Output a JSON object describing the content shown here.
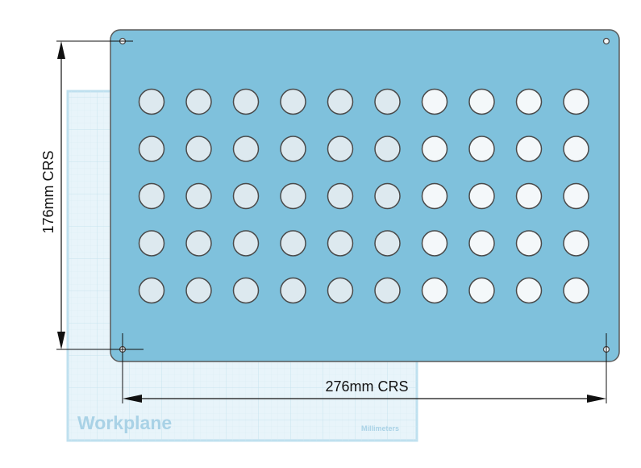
{
  "workplane": {
    "label": "Workplane",
    "units": "Millimeters",
    "colors": {
      "fill": "#e8f4fa",
      "grid": "#cfe6f1",
      "border": "#bfe0ef",
      "text": "#a9d2e6"
    }
  },
  "plate": {
    "colors": {
      "fill": "#7fc1dc",
      "edge": "#5a5a5a",
      "hole_fill_dark": "#dde9ef",
      "hole_fill_light": "#f4f8fa",
      "hole_stroke": "#4a4a4a"
    },
    "hole_grid": {
      "rows": 5,
      "cols": 10
    },
    "mount_holes": 4
  },
  "dimensions": {
    "vertical": {
      "label": "176mm CRS"
    },
    "horizontal": {
      "label": "276mm CRS"
    }
  }
}
